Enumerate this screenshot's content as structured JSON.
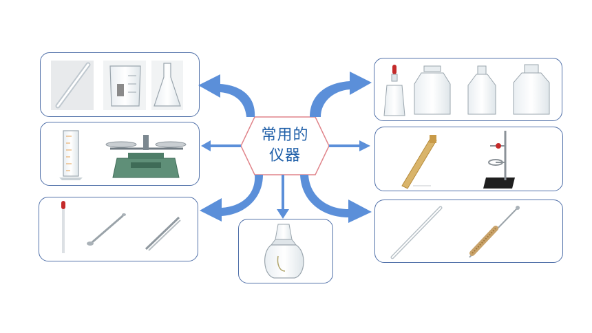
{
  "center": {
    "line1": "常用的",
    "line2": "仪器"
  },
  "colors": {
    "arrow": "#5b8fd9",
    "box_border": "#4f6fa8",
    "hex_border": "#e0848a",
    "text": "#1f5fa8"
  },
  "groups": [
    {
      "id": "top-left",
      "items": [
        "test-tube",
        "beaker",
        "conical-flask"
      ]
    },
    {
      "id": "mid-left",
      "items": [
        "graduated-cylinder",
        "balance"
      ]
    },
    {
      "id": "bottom-left",
      "items": [
        "dropper",
        "medicine-spoon",
        "tweezers"
      ]
    },
    {
      "id": "bottom-center",
      "items": [
        "alcohol-lamp"
      ]
    },
    {
      "id": "top-right",
      "items": [
        "dropper-bottle",
        "wide-mouth-bottle",
        "narrow-mouth-bottle",
        "reagent-bottle"
      ]
    },
    {
      "id": "mid-right",
      "items": [
        "test-tube-holder",
        "iron-stand"
      ]
    },
    {
      "id": "bottom-right",
      "items": [
        "glass-rod",
        "test-tube-brush"
      ]
    }
  ]
}
